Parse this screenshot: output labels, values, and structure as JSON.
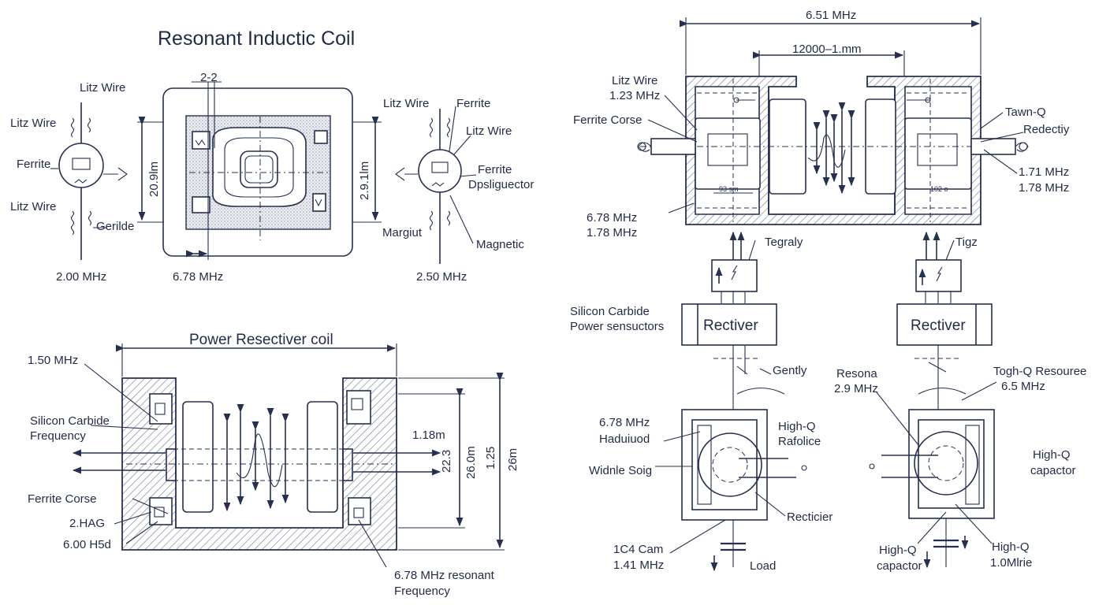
{
  "titles": {
    "top_left": "Resonant Inductic Coil",
    "bottom_left": "Power Resectiver coil"
  },
  "coil_top": {
    "section_label": "2-2",
    "freq_left": "2.00 MHz",
    "freq_center": "6.78 MHz",
    "freq_right": "2.50 MHz",
    "height_left": "20.9lm",
    "height_right": "2.9.1lm",
    "left_labels": [
      "Litz Wire",
      "Litz Wire",
      "Ferrite",
      "Litz Wire",
      "Gerilde"
    ],
    "right_labels": [
      "Litz Wire",
      "Ferrite",
      "Litz Wire",
      "Ferrite",
      "Dpsliguector",
      "Margiut",
      "Magnetic"
    ]
  },
  "receiver": {
    "freq_1": "1.50 MHz",
    "silicon_label": "Silicon Carbide",
    "frequency_word": "Frequency",
    "ferrite_label": "Ferrite Corse",
    "mark_1": "2.HAG",
    "mark_2": "6.00 H5d",
    "dim_1": "1.18m",
    "dim_2": "22.3",
    "dim_3": "26.0m",
    "dim_4": "1.25",
    "dim_5": "26m",
    "resonant_label": "6.78 MHz resonant",
    "resonant_freq_word": "Frequency"
  },
  "transmitter": {
    "top_dim": "6.51 MHz",
    "inner_dim": "12000–1.mm",
    "litz_label": "Litz Wire",
    "litz_freq": "1.23 MHz",
    "ferrite_label": "Ferrite Corse",
    "tawn_label": "Tawn-Q",
    "redectiy_label": "Redectiy",
    "freq_r1": "1.71 MHz",
    "freq_r2": "1.78 MHz",
    "freq_l1": "6.78 MHz",
    "freq_l2": "1.78 MHz",
    "tiny_l": "93 sm",
    "tiny_r": "102 o"
  },
  "circuit_left": {
    "tegraly": "Tegraly",
    "silicon_1": "Silicon Carbide",
    "silicon_2": "Power sensuctors",
    "rectifier_box": "Rectiver",
    "gently": "Gently",
    "freq_label": "6.78 MHz",
    "haduiuod": "Haduiuod",
    "highq_1": "High-Q",
    "rafolice": "Rafolice",
    "widnle": "Widnle Soig",
    "recticier": "Recticier",
    "cam_1": "1C4 Cam",
    "cam_2": "1.41 MHz",
    "load": "Load"
  },
  "circuit_right": {
    "tigz": "Tigz",
    "rectifier_box": "Rectiver",
    "resona_1": "Resona",
    "resona_2": "2.9 MHz",
    "togh_1": "Togh-Q Resouree",
    "togh_2": "6.5 MHz",
    "highq_cap_1": "High-Q",
    "highq_cap_2": "capactor",
    "highq_b1": "High-Q",
    "highq_b2": "capactor",
    "highq_c1": "High-Q",
    "highq_c2": "1.0Mlrie"
  }
}
